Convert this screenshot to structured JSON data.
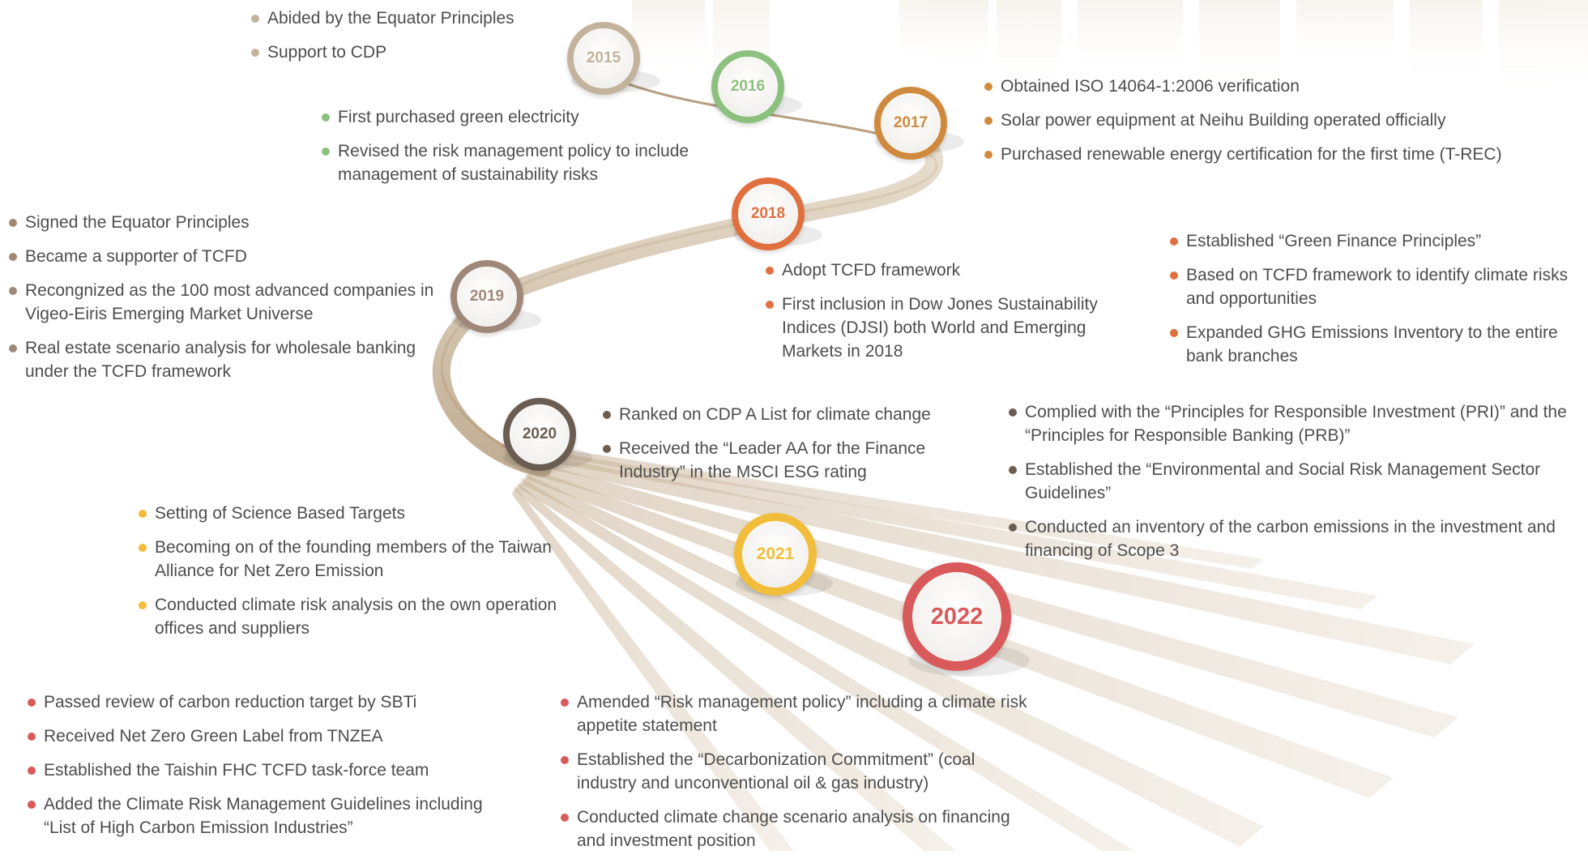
{
  "colors": {
    "y2015": "#c4b39c",
    "y2016": "#8cc07e",
    "y2017": "#d08a3f",
    "y2018": "#e0703f",
    "y2019": "#a08878",
    "y2020": "#6b5d52",
    "y2021": "#f1bd3a",
    "y2022": "#d95a5b",
    "path": "#c9b497"
  },
  "years": [
    {
      "key": "y2015",
      "label": "2015"
    },
    {
      "key": "y2016",
      "label": "2016"
    },
    {
      "key": "y2017",
      "label": "2017"
    },
    {
      "key": "y2018",
      "label": "2018"
    },
    {
      "key": "y2019",
      "label": "2019"
    },
    {
      "key": "y2020",
      "label": "2020"
    },
    {
      "key": "y2021",
      "label": "2021"
    },
    {
      "key": "y2022",
      "label": "2022"
    }
  ],
  "events": {
    "y2015": [
      "Abided by the Equator Principles",
      "Support to CDP"
    ],
    "y2016": [
      "First purchased green electricity",
      "Revised the risk management policy to include management of sustainability risks"
    ],
    "y2017": [
      "Obtained ISO 14064-1:2006 verification",
      "Solar power equipment at Neihu Building operated officially",
      "Purchased renewable energy certification for the first time (T-REC)"
    ],
    "y2018_left": [
      "Adopt TCFD framework",
      "First inclusion in Dow Jones Sustainability Indices (DJSI) both World and Emerging Markets in 2018"
    ],
    "y2018_right": [
      "Established “Green Finance Principles”",
      "Based on TCFD framework to identify climate risks and opportunities",
      "Expanded GHG Emissions Inventory to the entire bank branches"
    ],
    "y2019": [
      "Signed the Equator Principles",
      "Became a supporter of TCFD",
      "Recongnized as the 100 most advanced companies in Vigeo-Eiris Emerging Market Universe",
      "Real estate scenario analysis for wholesale banking under the TCFD framework"
    ],
    "y2020_left": [
      "Ranked on CDP A List for climate change",
      "Received the “Leader AA for the Finance Industry” in the MSCI ESG rating"
    ],
    "y2020_right": [
      "Complied with the “Principles for Responsible Investment (PRI)” and the “Principles for Responsible Banking (PRB)”",
      "Established the “Environmental and Social Risk Management Sector Guidelines”",
      "Conducted an inventory of the carbon emissions in the investment and financing of Scope 3"
    ],
    "y2021": [
      "Setting of Science Based Targets",
      "Becoming on of the founding members of the Taiwan Alliance for Net Zero Emission",
      "Conducted climate risk analysis on the own operation offices and suppliers"
    ],
    "y2022_left": [
      "Passed review of carbon reduction target by SBTi",
      "Received Net Zero Green Label from TNZEA",
      "Established the Taishin FHC TCFD task-force team",
      "Added the Climate Risk Management Guidelines including “List of High Carbon Emission Industries”"
    ],
    "y2022_right": [
      "Amended “Risk management policy” including a climate risk appetite statement",
      "Established the “Decarbonization Commitment” (coal industry and unconventional oil & gas industry)",
      "Conducted climate change scenario analysis on financing and investment position"
    ]
  }
}
